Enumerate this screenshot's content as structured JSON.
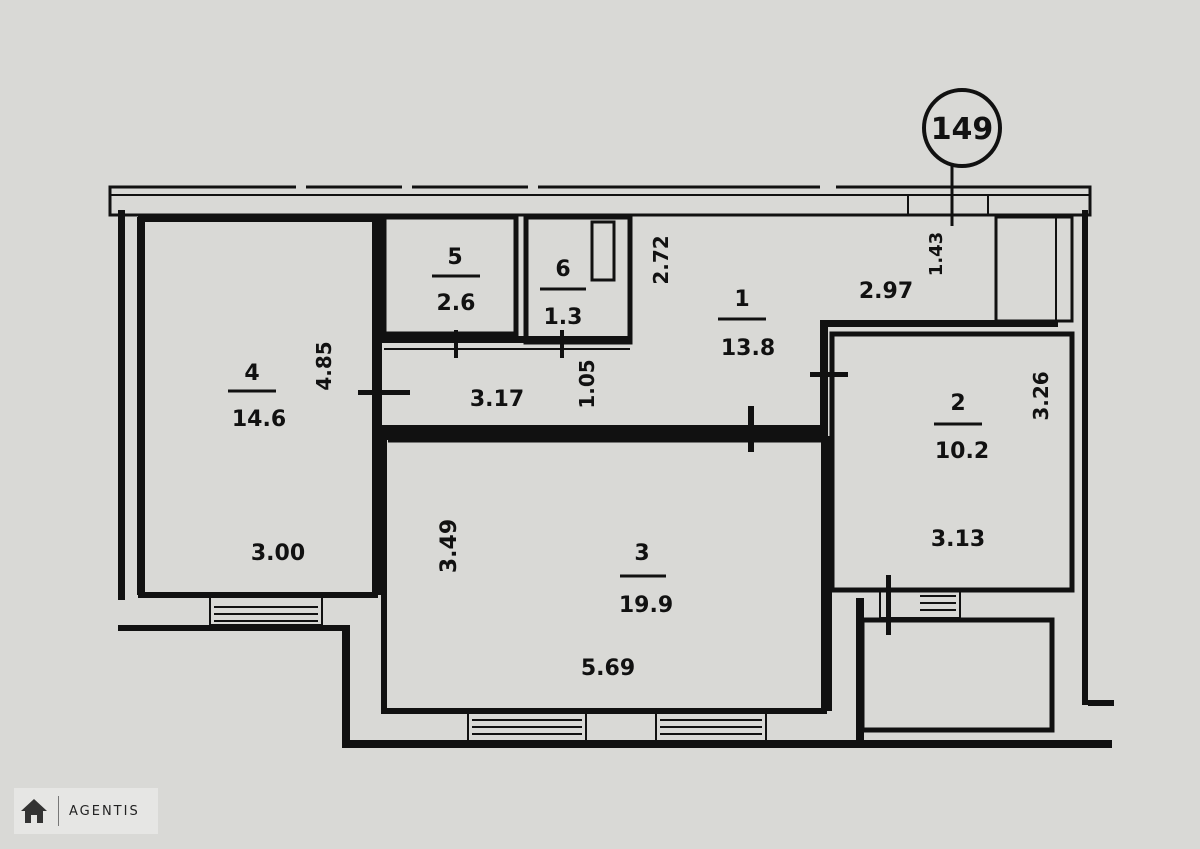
{
  "plan": {
    "apartment_number": "149",
    "rooms": [
      {
        "id": "1",
        "area": "13.8"
      },
      {
        "id": "2",
        "area": "10.2"
      },
      {
        "id": "3",
        "area": "19.9"
      },
      {
        "id": "4",
        "area": "14.6"
      },
      {
        "id": "5",
        "area": "2.6"
      },
      {
        "id": "6",
        "area": "1.3"
      }
    ],
    "dimensions": {
      "d_4_85": "4.85",
      "d_3_00": "3.00",
      "d_3_17": "3.17",
      "d_1_05": "1.05",
      "d_2_72": "2.72",
      "d_2_97": "2.97",
      "d_1_43": "1.43",
      "d_3_26": "3.26",
      "d_3_13": "3.13",
      "d_3_49": "3.49",
      "d_5_69": "5.69"
    }
  },
  "watermark": {
    "brand": "AGENTIS",
    "icon": "house-icon"
  }
}
